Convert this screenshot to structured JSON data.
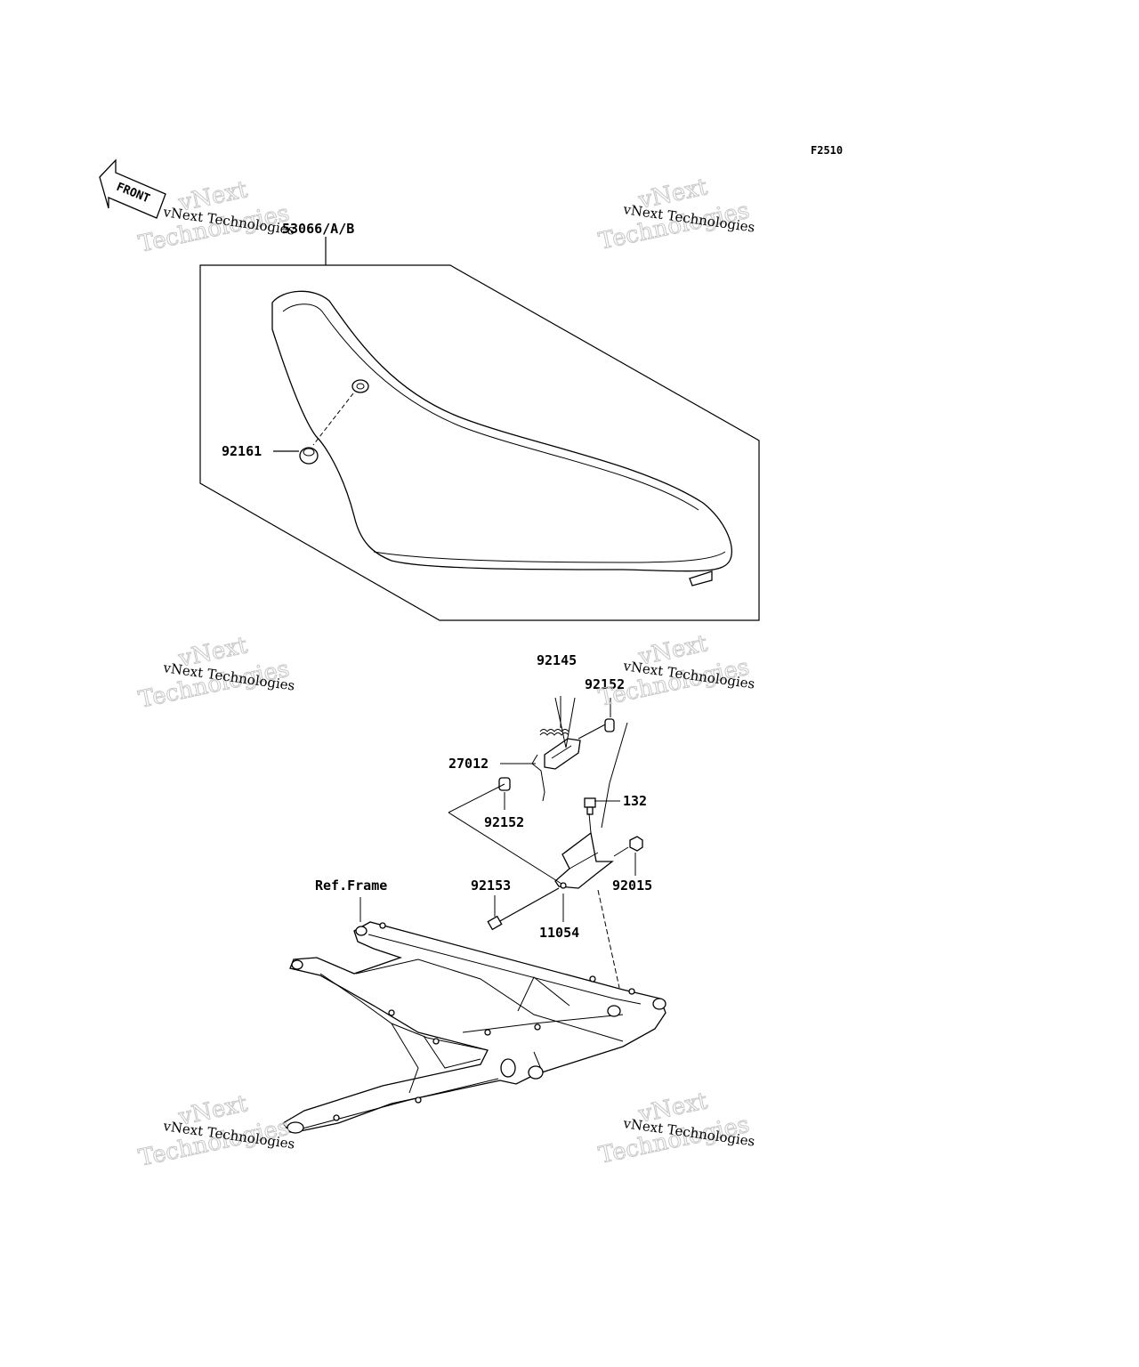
{
  "figure_id": "F2510",
  "front_label": "FRONT",
  "parts": {
    "seat": "53066/A/B",
    "cap": "92161",
    "spring": "92145",
    "collar_upper": "92152",
    "hook": "27012",
    "collar_lower": "92152",
    "bolt_small": "132",
    "nut": "92015",
    "bolt_long": "92153",
    "bracket": "11054",
    "frame_ref": "Ref.Frame"
  },
  "watermark": {
    "line1": "vNext Technologies",
    "line2": "vNext",
    "line3": "Technologies"
  }
}
